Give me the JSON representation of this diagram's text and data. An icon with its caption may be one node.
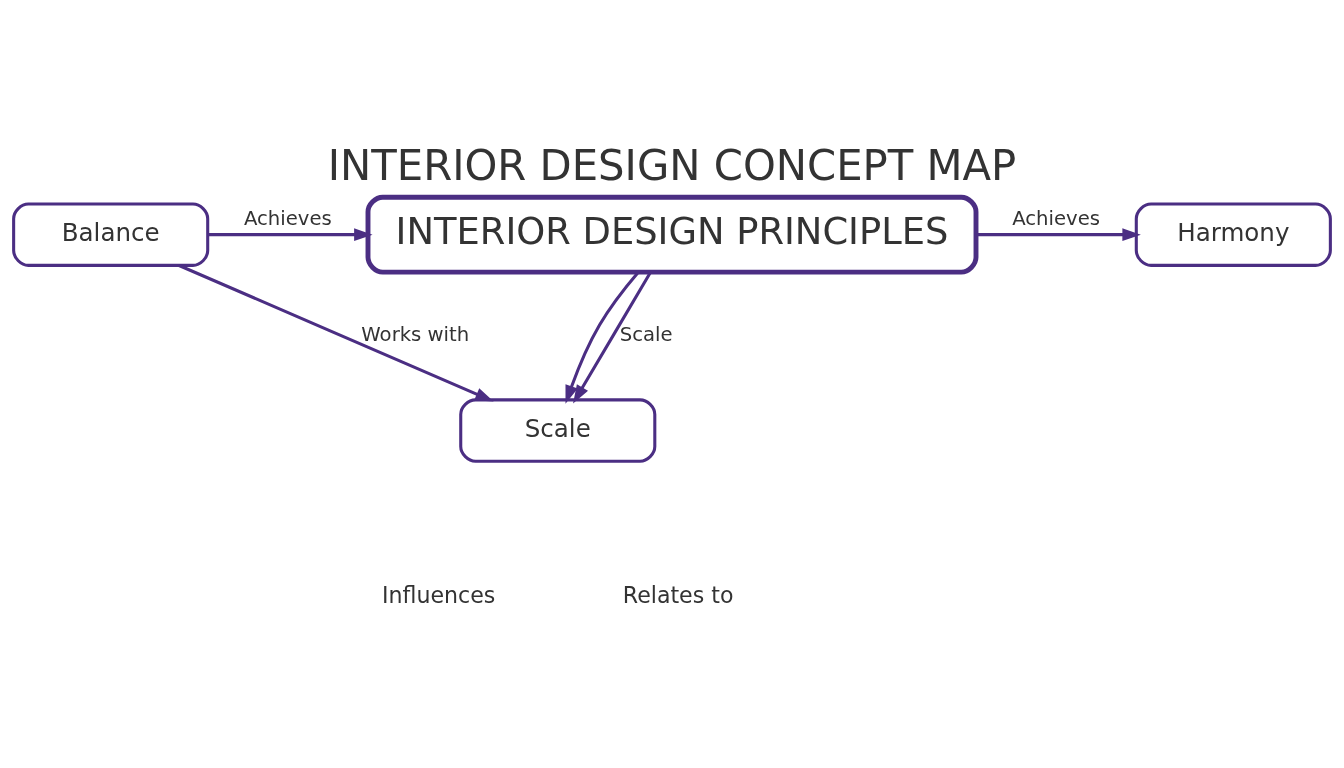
{
  "diagram": {
    "title": "INTERIOR DESIGN CONCEPT MAP",
    "nodes": [
      {
        "text": [
          "Balance"
        ]
      },
      {
        "text": [
          "INTERIOR DESIGN PRINCIPLES"
        ]
      },
      {
        "text": [
          "Harmony"
        ]
      },
      {
        "text": [
          "Scale"
        ]
      }
    ],
    "edges": [
      {
        "from": 0,
        "to": 1,
        "arrow": "to",
        "label": "Achieves"
      },
      {
        "from": 0,
        "to": 3,
        "arrow": "to",
        "label": "Works with"
      },
      {
        "from": 1,
        "to": 3,
        "arrow": "to"
      },
      {
        "from": 1,
        "to": 2,
        "arrow": "to",
        "label": "Achieves"
      },
      {
        "from": 1,
        "to": 3,
        "arrow": "to",
        "label": "Scale"
      }
    ],
    "labels": [
      "Influences",
      "Relates to"
    ]
  }
}
